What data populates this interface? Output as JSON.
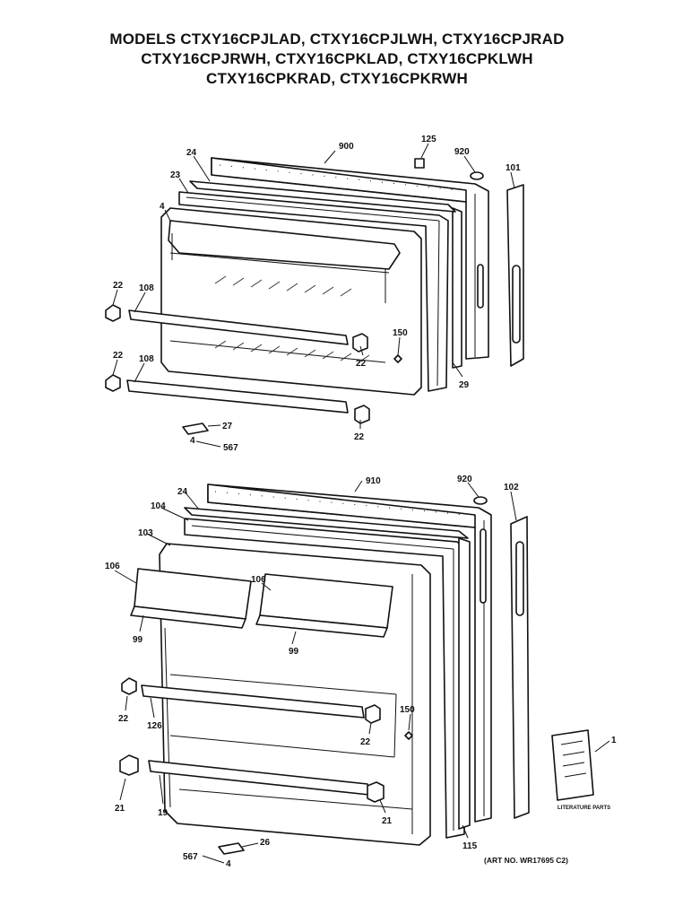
{
  "title": {
    "line1": "MODELS CTXY16CPJLAD, CTXY16CPJLWH, CTXY16CPJRAD",
    "line2": "CTXY16CPJRWH, CTXY16CPKLAD, CTXY16CPKLWH",
    "line3": "CTXY16CPKRAD, CTXY16CPKRWH"
  },
  "upper_door": {
    "labels": {
      "p900": "900",
      "p125": "125",
      "p920": "920",
      "p101": "101",
      "p24": "24",
      "p23": "23",
      "p4": "4",
      "p22a": "22",
      "p108a": "108",
      "p22b": "22",
      "p108b": "108",
      "p150": "150",
      "p22c": "22",
      "p29": "29",
      "p27": "27",
      "p4b": "4",
      "p567": "567",
      "p22d": "22"
    }
  },
  "lower_door": {
    "labels": {
      "p910": "910",
      "p920": "920",
      "p102": "102",
      "p24": "24",
      "p104": "104",
      "p103": "103",
      "p106a": "106",
      "p106b": "106",
      "p99a": "99",
      "p99b": "99",
      "p22a": "22",
      "p126": "126",
      "p150": "150",
      "p22b": "22",
      "p21a": "21",
      "p19": "19",
      "p21b": "21",
      "p115": "115",
      "p26": "26",
      "p567": "567",
      "p4": "4",
      "p1": "1"
    },
    "literature_text": "LITERATURE PARTS"
  },
  "art_number": "(ART NO. WR17695 C2)"
}
